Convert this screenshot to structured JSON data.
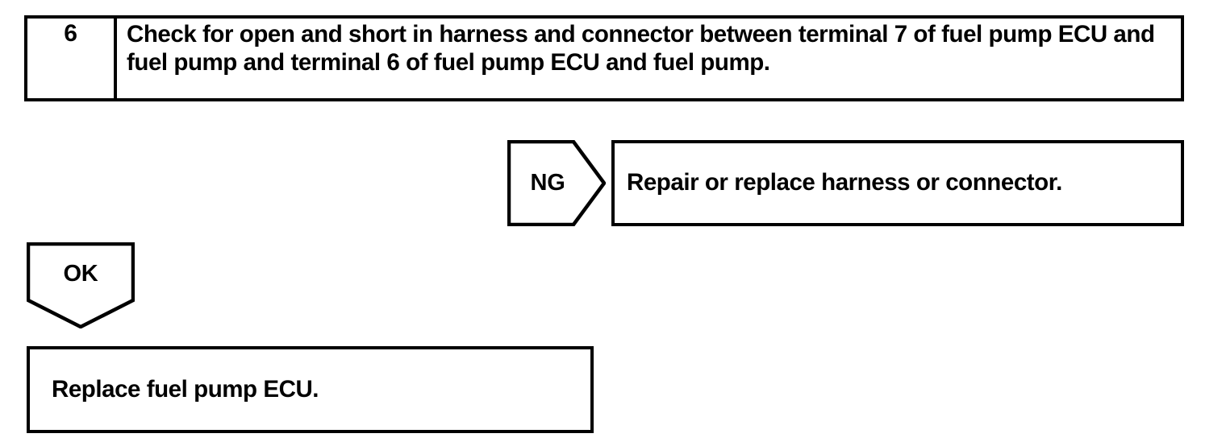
{
  "document": {
    "type": "troubleshooting-flowchart",
    "stroke_color": "#000000",
    "background_color": "#ffffff"
  },
  "step_table": {
    "number": "6",
    "description": "Check for open and short in harness and connector between terminal 7 of fuel pump ECU and fuel pump and terminal 6 of fuel pump ECU and fuel pump."
  },
  "branches": {
    "ng": {
      "tag_label": "NG",
      "result_text": "Repair or replace harness or connector."
    },
    "ok": {
      "tag_label": "OK",
      "result_text": "Replace fuel pump ECU."
    }
  }
}
